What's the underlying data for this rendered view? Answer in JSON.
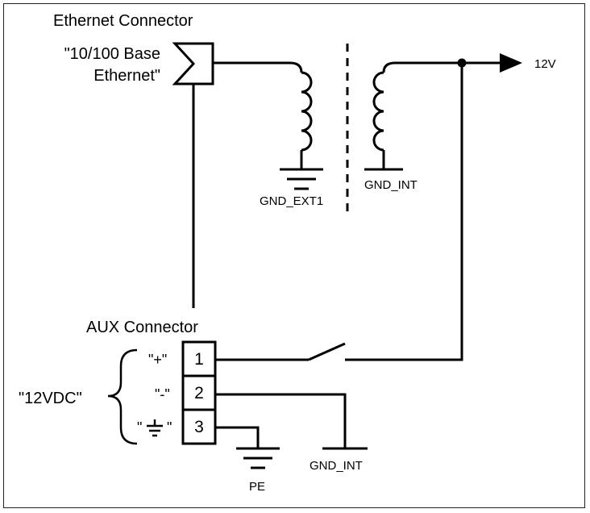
{
  "ethernet": {
    "title": "Ethernet Connector",
    "label_line1": "\"10/100 Base",
    "label_line2": "Ethernet\""
  },
  "transformer": {
    "primary_ground_label": "GND_EXT1",
    "secondary_ground_label": "GND_INT"
  },
  "output": {
    "voltage_label": "12V"
  },
  "aux": {
    "title": "AUX Connector",
    "supply_label": "\"12VDC\"",
    "pins": [
      {
        "number": "1",
        "signal": "\"+\""
      },
      {
        "number": "2",
        "signal": "\"-\""
      },
      {
        "number": "3",
        "signal_prefix": "\"",
        "signal_suffix": "\"",
        "signal_icon": "ground-icon"
      }
    ],
    "pin2_ground_label": "GND_INT",
    "pin3_ground_label": "PE"
  },
  "colors": {
    "line": "#000000",
    "background": "#ffffff"
  }
}
